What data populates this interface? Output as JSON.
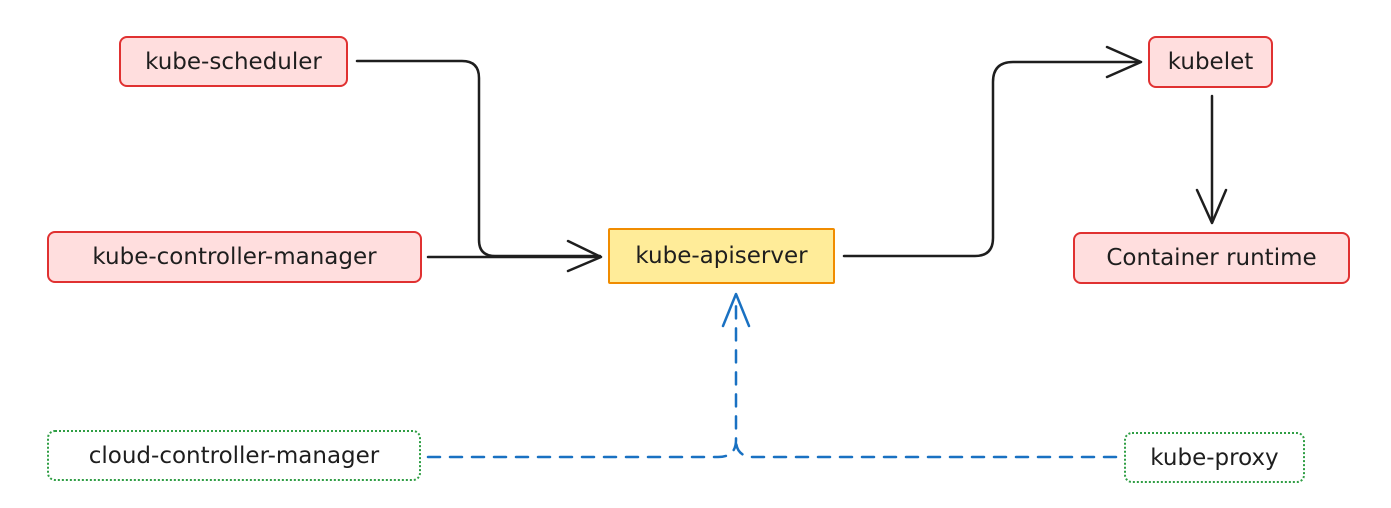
{
  "nodes": {
    "kube_scheduler": "kube-scheduler",
    "kube_controller_manager": "kube-controller-manager",
    "kube_apiserver": "kube-apiserver",
    "kubelet": "kubelet",
    "container_runtime": "Container runtime",
    "cloud_controller_manager": "cloud-controller-manager",
    "kube_proxy": "kube-proxy"
  },
  "colors": {
    "control_fill": "#ffdede",
    "control_stroke": "#e03131",
    "api_fill": "#ffec99",
    "api_stroke": "#f08c00",
    "addon_stroke": "#2f9e44",
    "solid_arrow": "#1e1e1e",
    "dashed_arrow": "#1971c2"
  },
  "edges": [
    {
      "from": "kube-scheduler",
      "to": "kube-apiserver",
      "style": "solid"
    },
    {
      "from": "kube-controller-manager",
      "to": "kube-apiserver",
      "style": "solid"
    },
    {
      "from": "kube-apiserver",
      "to": "kubelet",
      "style": "solid"
    },
    {
      "from": "kubelet",
      "to": "Container runtime",
      "style": "solid"
    },
    {
      "from": "cloud-controller-manager",
      "to": "kube-apiserver",
      "style": "dashed"
    },
    {
      "from": "kube-proxy",
      "to": "kube-apiserver",
      "style": "dashed"
    }
  ]
}
